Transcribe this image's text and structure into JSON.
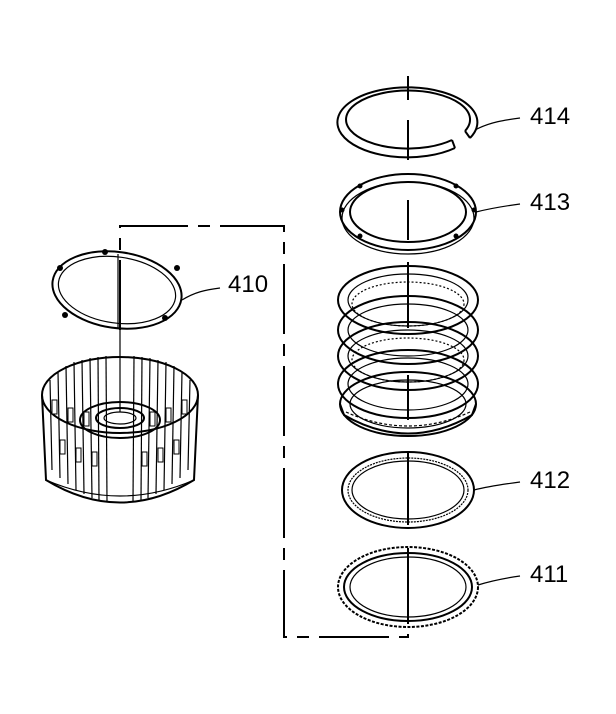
{
  "colors": {
    "line": "#000000",
    "background": "#ffffff"
  },
  "callouts": {
    "c410": "410",
    "c411": "411",
    "c412": "412",
    "c413": "413",
    "c414": "414"
  }
}
